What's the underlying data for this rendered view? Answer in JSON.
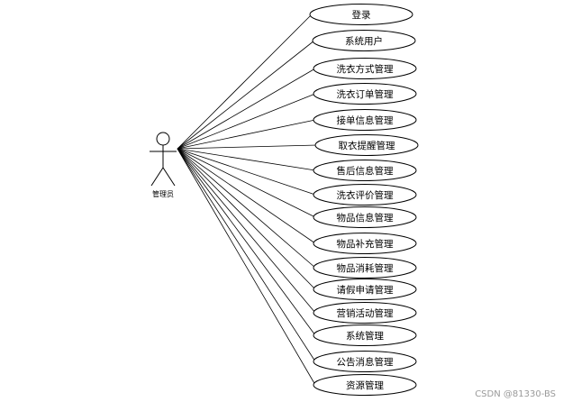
{
  "actor": {
    "label": "管理员",
    "icon": "stick-figure-icon"
  },
  "use_cases": [
    "登录",
    "系统用户",
    "洗衣方式管理",
    "洗衣订单管理",
    "接单信息管理",
    "取衣提醒管理",
    "售后信息管理",
    "洗衣评价管理",
    "物品信息管理",
    "物品补充管理",
    "物品消耗管理",
    "请假申请管理",
    "营销活动管理",
    "系统管理",
    "公告消息管理",
    "资源管理"
  ],
  "watermark": "CSDN @81330-BS"
}
